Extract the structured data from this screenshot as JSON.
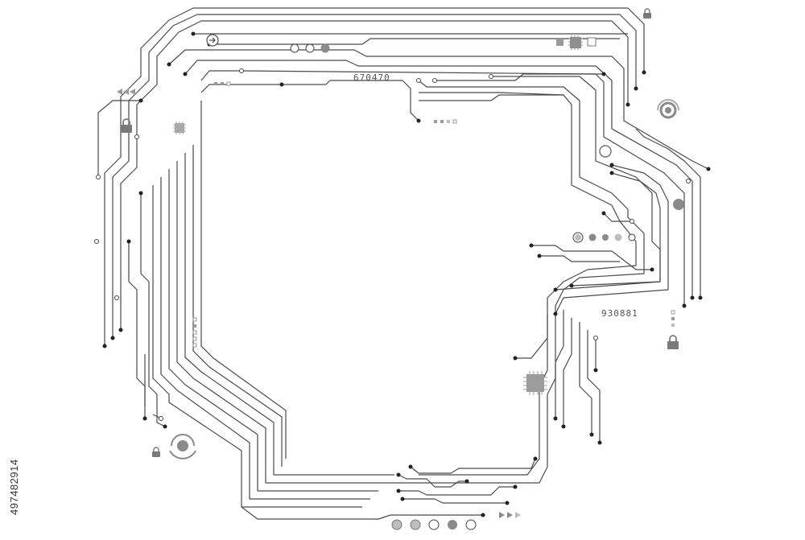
{
  "codes": {
    "top": "670470",
    "right": "930881"
  },
  "stock_id": "497482914",
  "icons": {
    "locks": [
      "lock-icon",
      "lock-icon",
      "lock-icon",
      "lock-icon"
    ],
    "arrows": [
      "arrow-right-circle-icon",
      "triple-arrow-left-icon",
      "triple-arrow-right-icon"
    ],
    "chips": [
      "chip-icon",
      "chip-icon",
      "chip-icon"
    ],
    "targets": [
      "target-ring-icon",
      "target-ring-icon"
    ]
  },
  "colors": {
    "trace": "#4a4a4a",
    "node": "#222222",
    "accent_gray": "#8a8a8a",
    "background": "#ffffff"
  }
}
